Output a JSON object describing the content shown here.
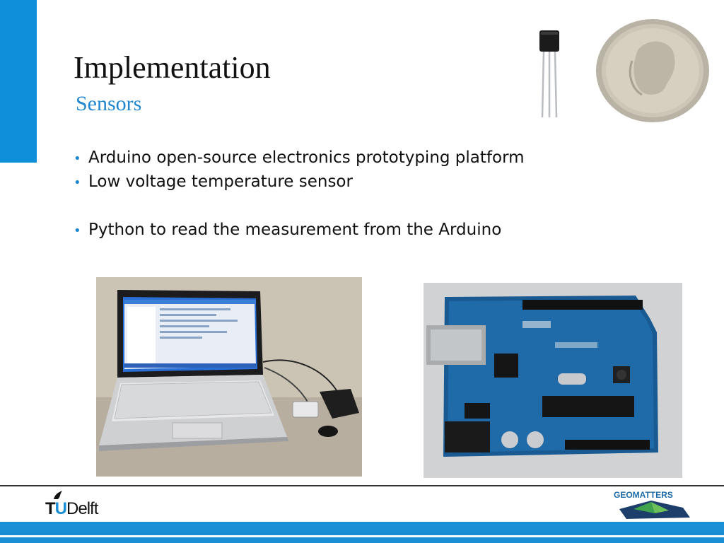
{
  "slide": {
    "title": "Implementation",
    "subtitle": "Sensors",
    "bullets": [
      "Arduino open-source electronics prototyping platform",
      "Low voltage temperature sensor",
      "Python to read the measurement from the Arduino"
    ],
    "bullet_symbol": "•"
  },
  "footer": {
    "tu_logo": {
      "t": "T",
      "u": "U",
      "delft": "Delft"
    },
    "geomatters_logo": "GEOMATTERS"
  },
  "colors": {
    "accent": "#0f8fd9",
    "bullet": "#1f87cf",
    "footer_bar": "#1b8fd6"
  }
}
